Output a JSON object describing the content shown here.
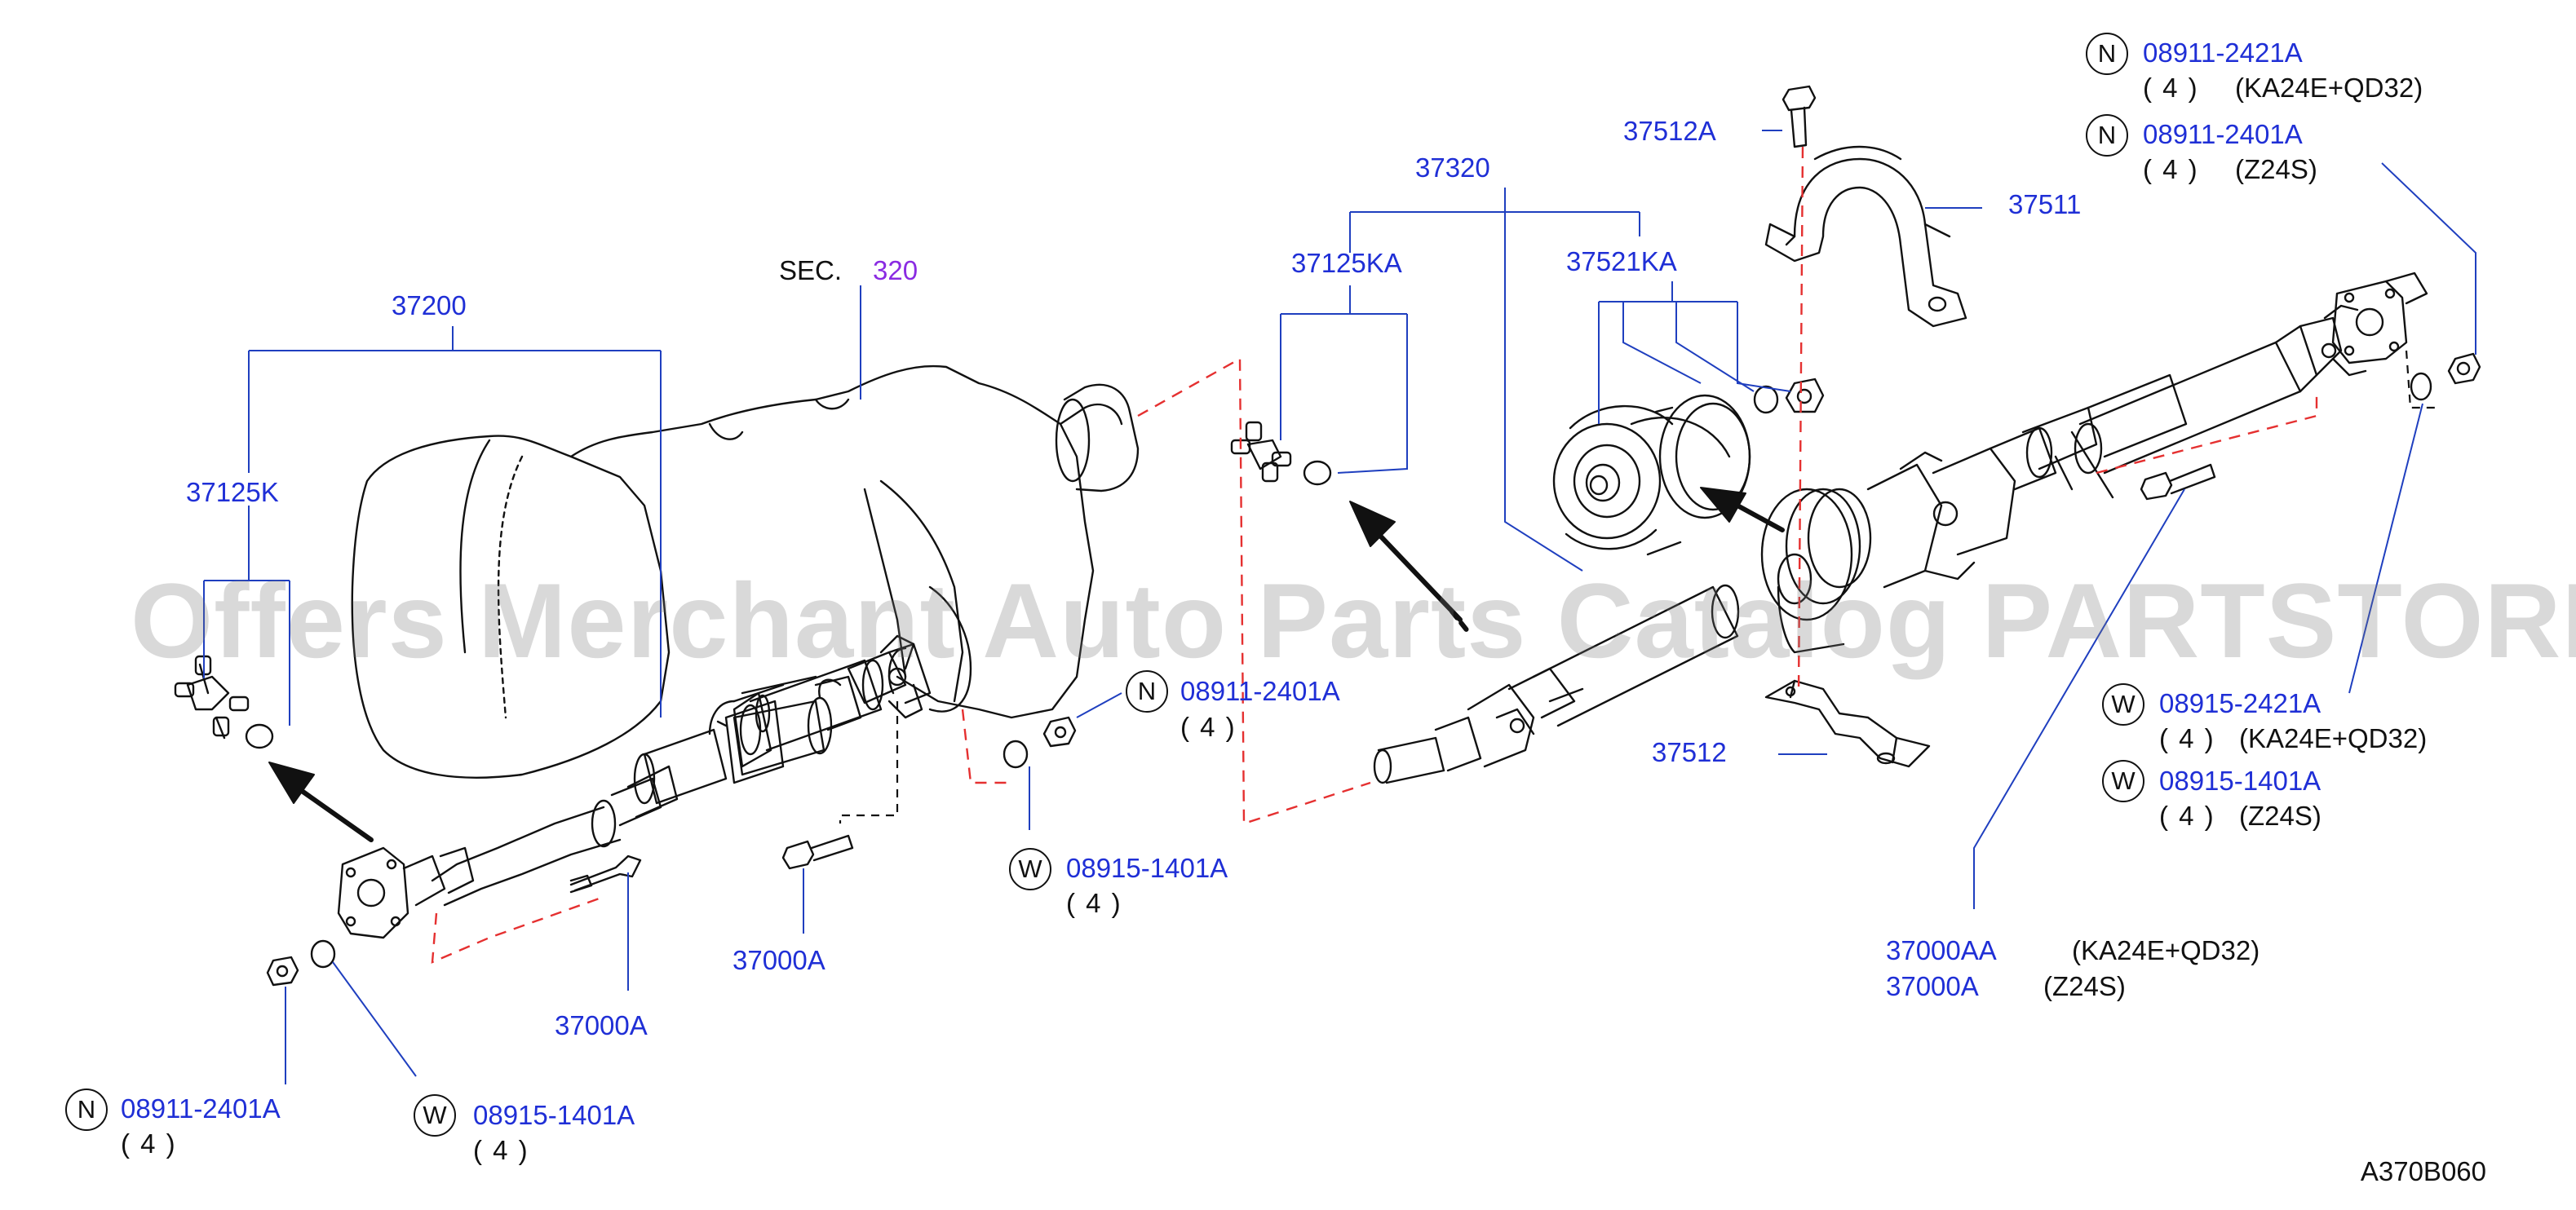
{
  "section": {
    "prefix": "SEC.",
    "number": "320"
  },
  "diagram_code": "A370B060",
  "watermark": "Offers Merchant Auto Parts Catalog PARTSTORE.SA",
  "part_numbers": {
    "p37200": "37200",
    "p37125K": "37125K",
    "p37320": "37320",
    "p37125KA": "37125KA",
    "p37521KA": "37521KA",
    "p37512A": "37512A",
    "p37511": "37511",
    "p37512": "37512",
    "p37000A_left": "37000A",
    "p37000A_mid": "37000A",
    "p37000AA": "37000AA",
    "p37000A_right": "37000A",
    "n_center": "08911-2401A",
    "w_center": "08915-1401A",
    "n_bottom": "08911-2401A",
    "w_bottom": "08915-1401A",
    "n_top1": "08911-2421A",
    "n_top2": "08911-2401A",
    "w_right1": "08915-2421A",
    "w_right2": "08915-1401A"
  },
  "variants": {
    "ka": "(KA24E+QD32)",
    "z24s": "(Z24S)"
  },
  "qty": "( 4 )",
  "symbols": {
    "nut": "N",
    "washer": "W"
  },
  "colors": {
    "label": "#1f2fd6",
    "section": "#8a2be2",
    "leader": "#1f3fbf",
    "dash": "#e53030"
  }
}
